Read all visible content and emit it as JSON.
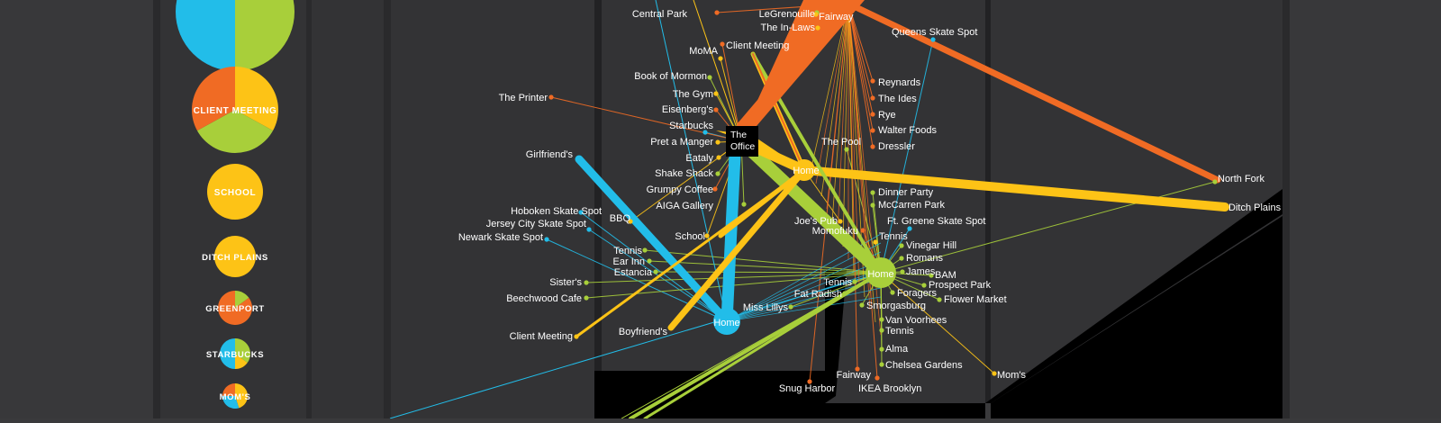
{
  "colors": {
    "background": "#3a3a3c",
    "panel": "#333335",
    "panel_dark": "#2c2c2e",
    "shadow": "#000000",
    "blue": "#22bde9",
    "green": "#a8cf3a",
    "orange": "#f06b24",
    "yellow": "#fdc316",
    "label": "#ffffff",
    "office_box": "#000000"
  },
  "legend": [
    {
      "label": "",
      "slices": [
        {
          "color": "green",
          "value": 50
        },
        {
          "color": "blue",
          "value": 50
        }
      ]
    },
    {
      "label": "CLIENT MEETING",
      "slices": [
        {
          "color": "yellow",
          "value": 33
        },
        {
          "color": "green",
          "value": 34
        },
        {
          "color": "orange",
          "value": 33
        }
      ]
    },
    {
      "label": "SCHOOL",
      "slices": [
        {
          "color": "yellow",
          "value": 100
        }
      ]
    },
    {
      "label": "DITCH PLAINS",
      "slices": [
        {
          "color": "yellow",
          "value": 100
        }
      ]
    },
    {
      "label": "GREENPORT",
      "slices": [
        {
          "color": "green",
          "value": 15
        },
        {
          "color": "orange",
          "value": 85
        }
      ]
    },
    {
      "label": "STARBUCKS",
      "slices": [
        {
          "color": "green",
          "value": 35
        },
        {
          "color": "yellow",
          "value": 15
        },
        {
          "color": "blue",
          "value": 50
        }
      ]
    },
    {
      "label": "MOM'S",
      "slices": [
        {
          "color": "yellow",
          "value": 45
        },
        {
          "color": "blue",
          "value": 30
        },
        {
          "color": "orange",
          "value": 25
        }
      ]
    }
  ],
  "hubs": {
    "office": {
      "line1": "The",
      "line2": "Office"
    },
    "home_brooklyn": "Home",
    "home_mid": "Home",
    "home_jersey": "Home"
  },
  "places": [
    "Central Park",
    "LeGrenouille",
    "Fairway",
    "The In-Laws",
    "MoMA",
    "Client Meeting",
    "Queens Skate Spot",
    "Book of Mormon",
    "The Gym",
    "Eisenberg's",
    "Starbucks",
    "Pret a Manger",
    "Eataly",
    "Shake Shack",
    "Grumpy Coffee",
    "AIGA Gallery",
    "The Printer",
    "Girlfriend's",
    "Reynards",
    "The Ides",
    "Rye",
    "Walter Foods",
    "Dressler",
    "The Pool",
    "North Fork",
    "Ditch Plains",
    "Dinner Party",
    "McCarren Park",
    "Ft. Greene Skate Spot",
    "Joe's Pub",
    "Momofuku",
    "Tennis",
    "Vinegar Hill",
    "Romans",
    "James",
    "BAM",
    "Prospect Park",
    "Foragers",
    "Flower Market",
    "Hoboken Skate Spot",
    "Jersey City Skate Spot",
    "Newark Skate Spot",
    "BBQ",
    "School",
    "Tennis",
    "Ear Inn",
    "Estancia",
    "Sister's",
    "Beechwood Cafe",
    "Client Meeting",
    "Boyfriend's",
    "Miss Lillys",
    "Tennis",
    "Fat Radish",
    "Smorgasburg",
    "Van Voorhees",
    "Tennis",
    "Alma",
    "Chelsea Gardens",
    "Fairway",
    "Snug Harbor",
    "IKEA Brooklyn",
    "Mom's"
  ]
}
